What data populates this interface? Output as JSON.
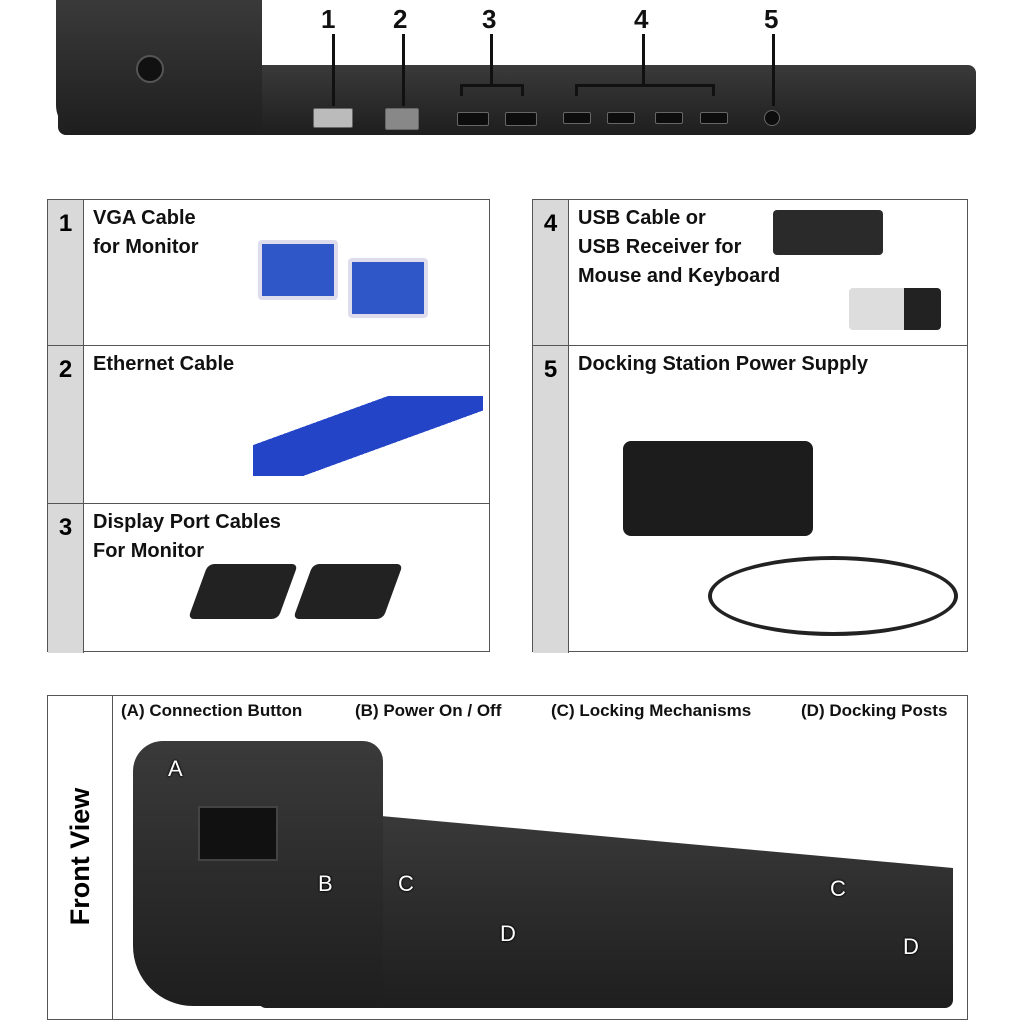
{
  "rear_view": {
    "port_numbers": [
      "1",
      "2",
      "3",
      "4",
      "5"
    ]
  },
  "items": [
    {
      "number": "1",
      "label": "VGA Cable\nfor Monitor"
    },
    {
      "number": "2",
      "label": "Ethernet Cable"
    },
    {
      "number": "3",
      "label": "Display Port Cables\nFor Monitor"
    },
    {
      "number": "4",
      "label": "USB Cable or\nUSB Receiver for\nMouse and Keyboard"
    },
    {
      "number": "5",
      "label": "Docking Station Power Supply"
    }
  ],
  "front_view": {
    "title": "Front View",
    "labels": [
      "(A) Connection Button",
      "(B) Power On / Off",
      "(C) Locking Mechanisms",
      "(D) Docking Posts"
    ],
    "callouts": [
      "A",
      "B",
      "C",
      "D",
      "C",
      "D"
    ]
  },
  "colors": {
    "cell_gray": "#d9d9d9",
    "dock": "#2a2a2a",
    "cable_blue": "#2f57c8"
  }
}
